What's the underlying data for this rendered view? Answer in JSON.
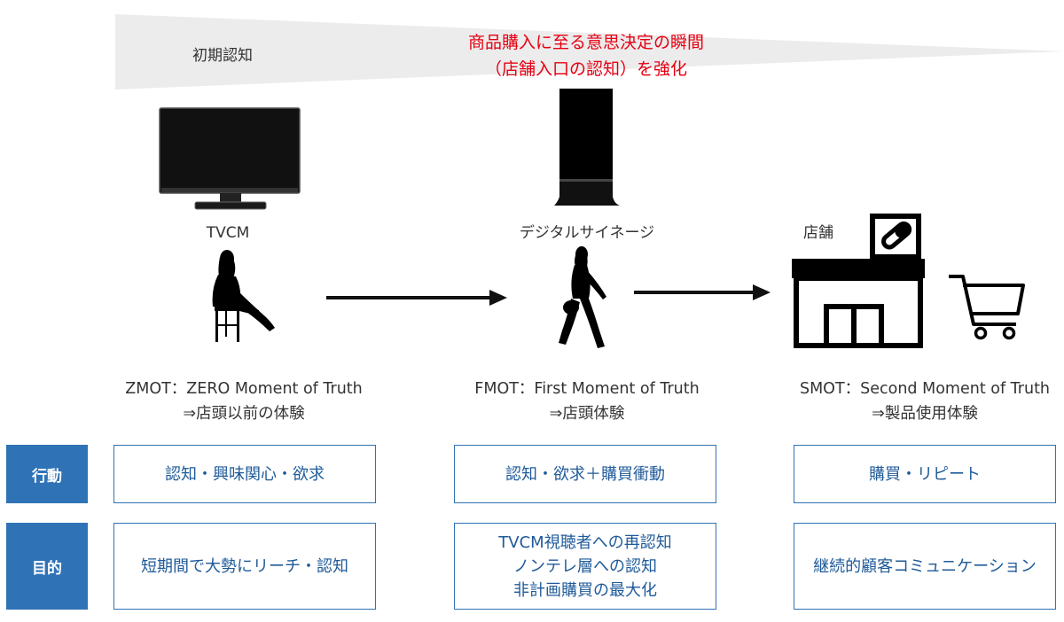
{
  "funnel": {
    "start_label": "初期認知",
    "highlight_line1": "商品購入に至る意思決定の瞬間",
    "highlight_line2": "（店舗入口の認知）を強化"
  },
  "media": {
    "tv_label": "TVCM",
    "signage_label": "デジタルサイネージ",
    "store_label": "店舗"
  },
  "stages": [
    {
      "title": "ZMOT：ZERO Moment of Truth",
      "subtitle": "⇒店頭以前の体験"
    },
    {
      "title": "FMOT：First Moment of Truth",
      "subtitle": "⇒店頭体験"
    },
    {
      "title": "SMOT：Second Moment of Truth",
      "subtitle": "⇒製品使用体験"
    }
  ],
  "rows": {
    "behavior_label": "行動",
    "purpose_label": "目的"
  },
  "behavior": [
    "認知・興味関心・欲求",
    "認知・欲求＋購買衝動",
    "購買・リピート"
  ],
  "purpose": [
    [
      "短期間で大勢にリーチ・認知"
    ],
    [
      "TVCM視聴者への再認知",
      "ノンテレ層への認知",
      "非計画購買の最大化"
    ],
    [
      "継続的顧客コミュニケーション"
    ]
  ],
  "colors": {
    "accent": "#2f73b6",
    "highlight": "#e60012",
    "wedge": "#ececec"
  }
}
